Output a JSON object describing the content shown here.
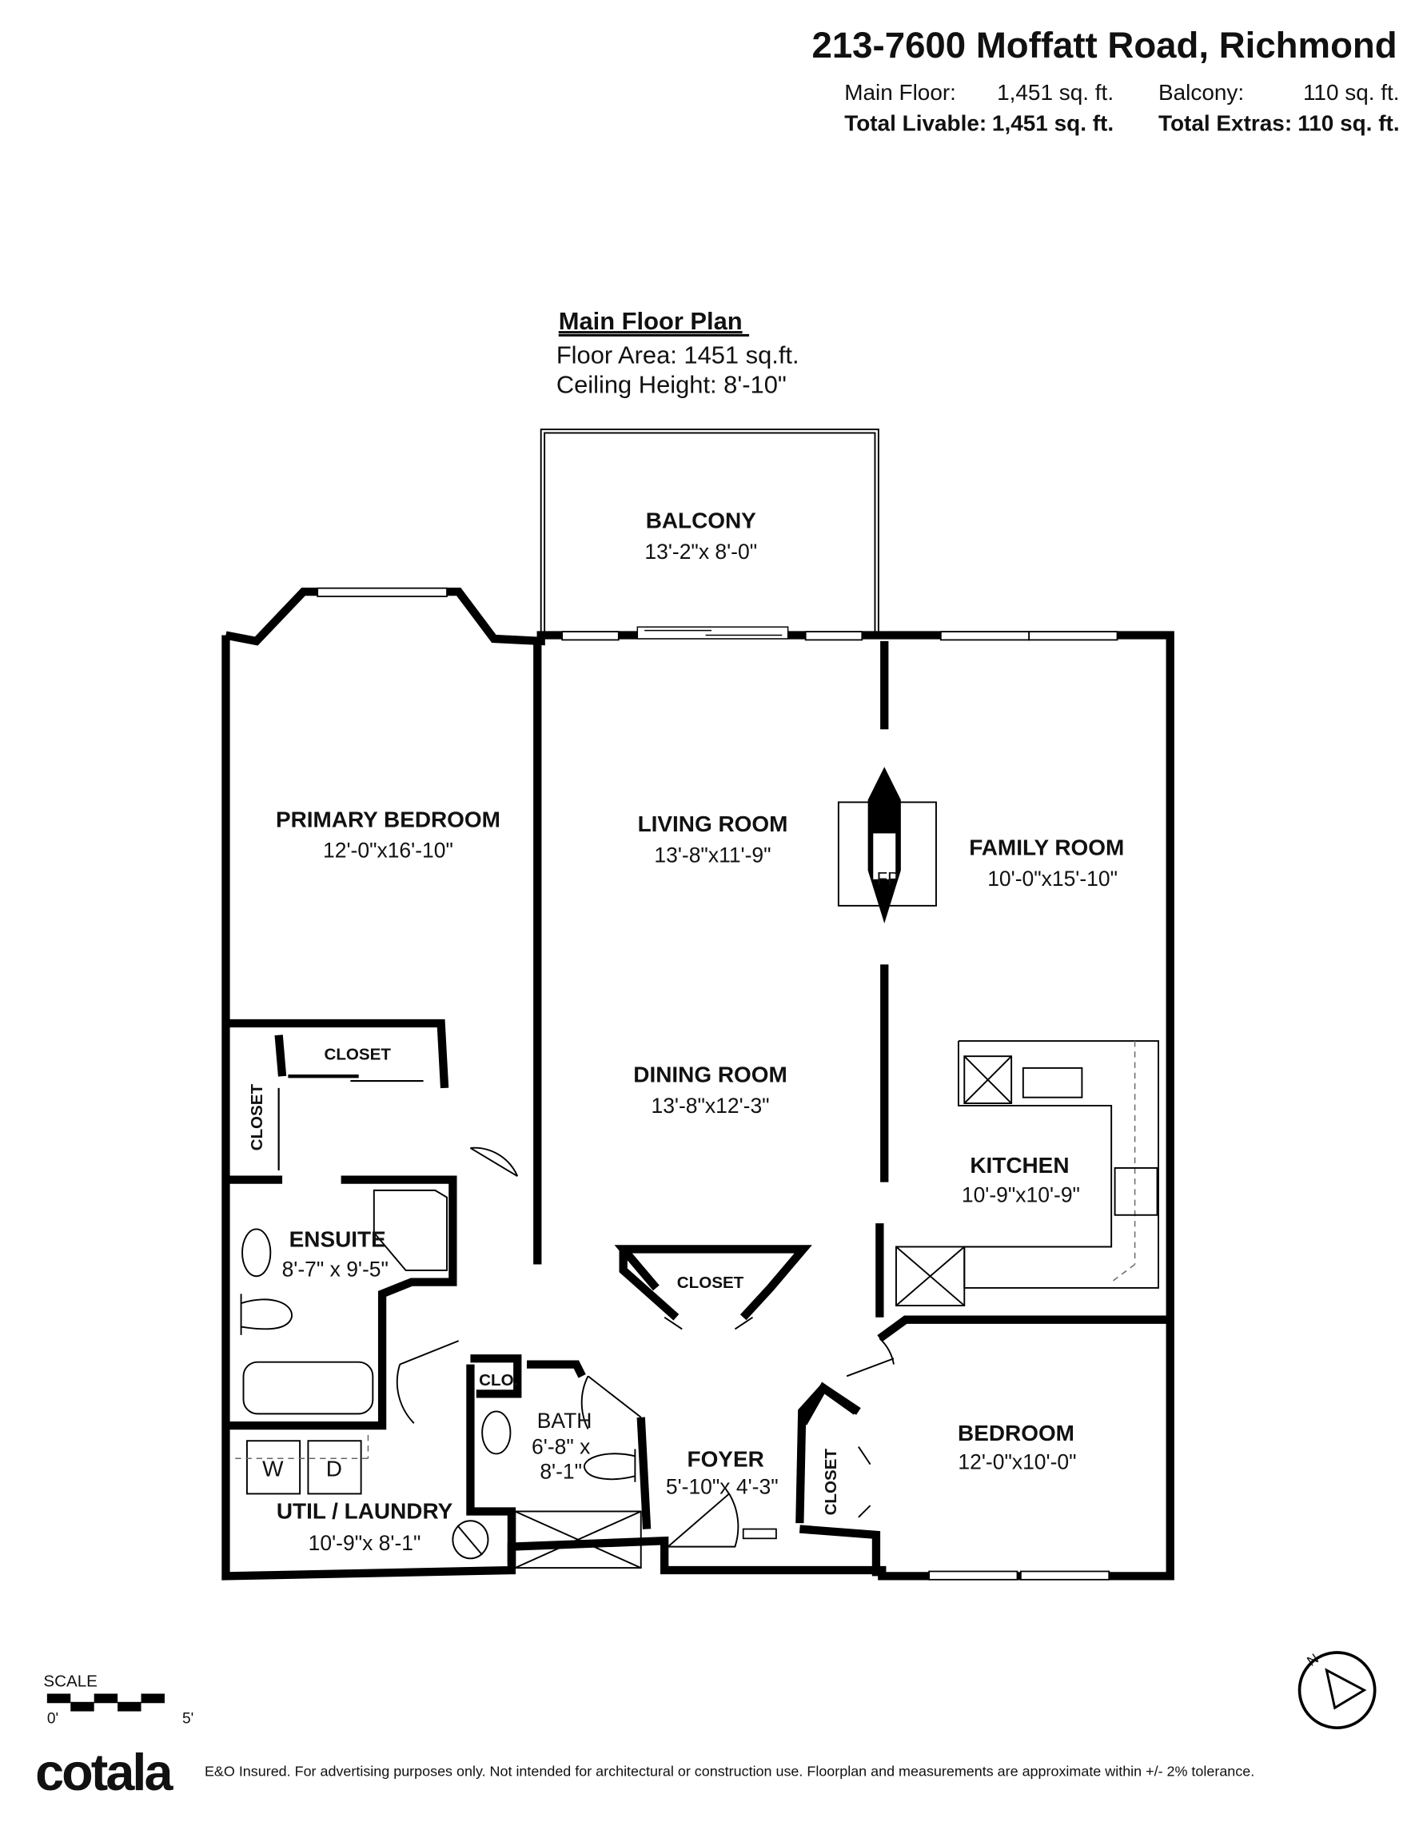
{
  "header": {
    "address": "213-7600 Moffatt Road, Richmond",
    "main_floor_label": "Main Floor:",
    "main_floor_value": "1,451 sq. ft.",
    "balcony_label": "Balcony:",
    "balcony_value": "110 sq. ft.",
    "total_livable_label": "Total Livable:",
    "total_livable_value": "1,451 sq. ft.",
    "total_extras_label": "Total Extras:",
    "total_extras_value": "110 sq. ft."
  },
  "plan": {
    "title": "Main Floor Plan",
    "floor_area": "Floor Area: 1451 sq.ft.",
    "ceiling_height": "Ceiling Height: 8'-10\"",
    "rooms": {
      "balcony": {
        "name": "BALCONY",
        "dims": "13'-2\"x 8'-0\""
      },
      "primary_bedroom": {
        "name": "PRIMARY BEDROOM",
        "dims": "12'-0\"x16'-10\""
      },
      "living_room": {
        "name": "LIVING ROOM",
        "dims": "13'-8\"x11'-9\""
      },
      "family_room": {
        "name": "FAMILY ROOM",
        "dims": "10'-0\"x15'-10\""
      },
      "dining_room": {
        "name": "DINING ROOM",
        "dims": "13'-8\"x12'-3\""
      },
      "kitchen": {
        "name": "KITCHEN",
        "dims": "10'-9\"x10'-9\""
      },
      "ensuite": {
        "name": "ENSUITE",
        "dims": "8'-7\" x 9'-5\""
      },
      "bath": {
        "name": "BATH",
        "dims_line1": "6'-8\" x",
        "dims_line2": "8'-1\""
      },
      "foyer": {
        "name": "FOYER",
        "dims": "5'-10\"x 4'-3\""
      },
      "bedroom": {
        "name": "BEDROOM",
        "dims": "12'-0\"x10'-0\""
      },
      "util_laundry": {
        "name": "UTIL / LAUNDRY",
        "dims": "10'-9\"x 8'-1\""
      }
    },
    "closets": {
      "primary_closet": "CLOSET",
      "side_closet": "CLOSET",
      "hall_closet": "CLOSET",
      "clo": "CLO.",
      "bedroom_closet": "CLOSET"
    },
    "fireplace": "FP",
    "washer": "W",
    "dryer": "D"
  },
  "scale": {
    "label": "SCALE",
    "start": "0'",
    "end": "5'"
  },
  "compass": {
    "north": "N"
  },
  "footer": {
    "logo": "cotala",
    "disclaimer": "E&O Insured. For advertising purposes only. Not intended for architectural or construction use. Floorplan and measurements are approximate within +/- 2% tolerance."
  }
}
